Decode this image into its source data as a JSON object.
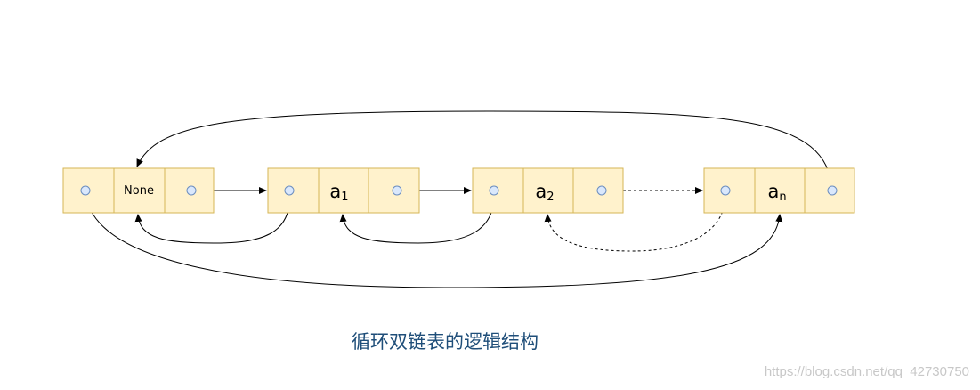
{
  "diagram": {
    "nodes": [
      {
        "id": "head",
        "value": "None",
        "value_sub": ""
      },
      {
        "id": "node-a1",
        "value": "a",
        "value_sub": "1"
      },
      {
        "id": "node-a2",
        "value": "a",
        "value_sub": "2"
      },
      {
        "id": "node-an",
        "value": "a",
        "value_sub": "n"
      }
    ],
    "links": [
      {
        "from": "head",
        "to": "node-a1",
        "direction": "next",
        "style": "solid"
      },
      {
        "from": "node-a1",
        "to": "node-a2",
        "direction": "next",
        "style": "solid"
      },
      {
        "from": "node-a2",
        "to": "node-an",
        "direction": "next",
        "style": "dashed"
      },
      {
        "from": "node-an",
        "to": "head",
        "direction": "next",
        "style": "solid"
      },
      {
        "from": "node-a1",
        "to": "head",
        "direction": "prev",
        "style": "solid"
      },
      {
        "from": "node-a2",
        "to": "node-a1",
        "direction": "prev",
        "style": "solid"
      },
      {
        "from": "node-an",
        "to": "node-a2",
        "direction": "prev",
        "style": "dashed"
      },
      {
        "from": "head",
        "to": "node-an",
        "direction": "prev",
        "style": "solid"
      }
    ],
    "colors": {
      "cell_fill": "#fff2cc",
      "cell_border": "#d6b656",
      "pointer_fill": "#dae8fc",
      "pointer_border": "#6c8ebf",
      "caption": "#1f4e79"
    }
  },
  "caption": "循环双链表的逻辑结构",
  "watermark": "https://blog.csdn.net/qq_42730750"
}
